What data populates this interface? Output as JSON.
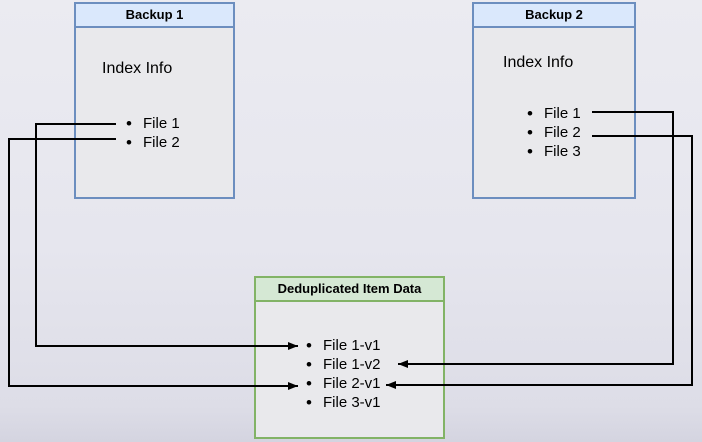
{
  "diagram": {
    "backup1": {
      "title": "Backup 1",
      "subtitle": "Index Info",
      "items": [
        "File 1",
        "File 2"
      ]
    },
    "backup2": {
      "title": "Backup 2",
      "subtitle": "Index Info",
      "items": [
        "File 1",
        "File 2",
        "File 3"
      ]
    },
    "dedup": {
      "title": "Deduplicated Item Data",
      "items": [
        "File 1-v1",
        "File 1-v2",
        "File 2-v1",
        "File 3-v1"
      ]
    },
    "connectors": [
      {
        "from": "Backup 1 / File 1",
        "to": "File 1-v1"
      },
      {
        "from": "Backup 1 / File 2",
        "to": "File 2-v1"
      },
      {
        "from": "Backup 2 / File 1",
        "to": "File 1-v2"
      },
      {
        "from": "Backup 2 / File 2",
        "to": "File 2-v1"
      }
    ],
    "colors": {
      "blue_header_fill": "#dae8fc",
      "blue_border": "#6c8ebf",
      "green_header_fill": "#d5e8d4",
      "green_border": "#82b366",
      "box_body_fill": "#e9e9ec",
      "arrow": "#000000",
      "background": "#e6e6ee"
    }
  }
}
